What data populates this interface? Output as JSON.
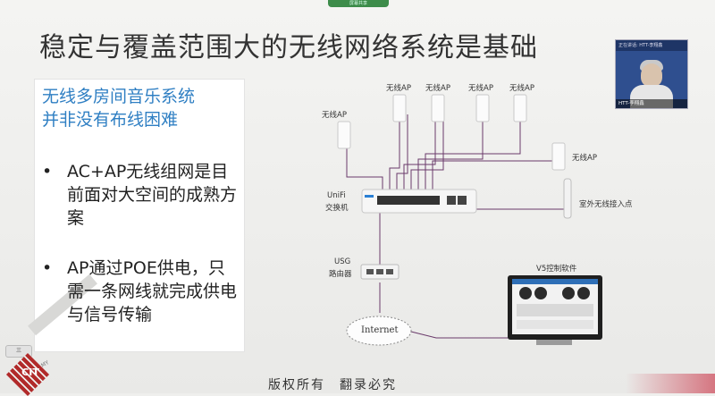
{
  "share_tab": "屏幕共享",
  "slide": {
    "title": "稳定与覆盖范围大的无线网络系统是基础",
    "panel": {
      "heading_line1": "无线多房间音乐系统",
      "heading_line2": "并非没有布线困难",
      "bullets": [
        {
          "dot": "•",
          "text": "AC+AP无线组网是目前面对大空间的成熟方案"
        },
        {
          "dot": "•",
          "text": "AP通过POE供电，只需一条网线就完成供电与信号传输"
        }
      ]
    },
    "diagram": {
      "ap_top": [
        "无线AP",
        "无线AP",
        "无线AP",
        "无线AP"
      ],
      "ap_left": "无线AP",
      "ap_right": "无线AP",
      "outdoor_ap": "室外无线接入点",
      "switch_line1": "UniFi",
      "switch_line2": "交换机",
      "router_line1": "USG",
      "router_line2": "路由器",
      "internet": "Internet",
      "controller": "V5控制软件"
    },
    "footer": "版权所有　翻录必究"
  },
  "video": {
    "banner": "正在讲话: HTT-李翔鑫",
    "caption": "HTT-李翔鑫"
  },
  "logo_small": "三",
  "logo_main": "CIT",
  "logo_side": "MY"
}
